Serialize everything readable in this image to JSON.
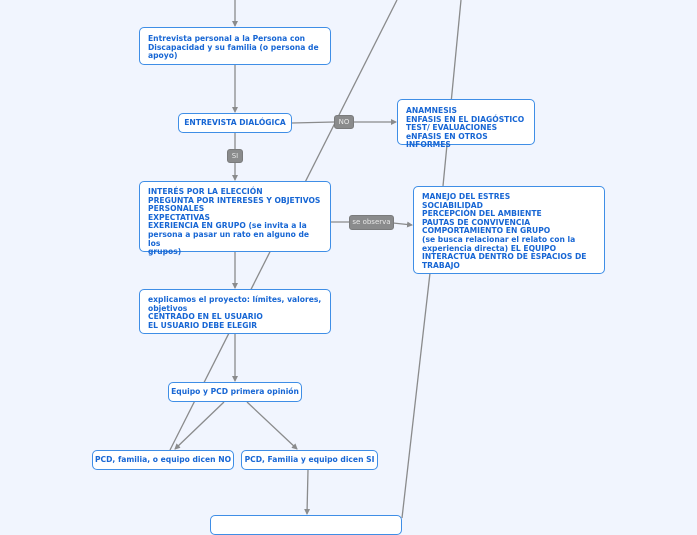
{
  "colors": {
    "background": "#f1f5fe",
    "node_border": "#3f8ee6",
    "node_text": "#1766d4",
    "edge": "#8a8b8c",
    "label_bg": "#8a8b8c"
  },
  "nodes": {
    "entrevista_personal": "Entrevista personal a la Persona con\nDiscapacidad y su familia (o persona de\napoyo)",
    "entrevista_dialogica": "ENTREVISTA DIALÓGICA",
    "anamnesis": "ANAMNESIS\nENFASIS EN EL DIAGÓSTICO\nTEST/ EVALUACIONES\neNFASIS EN OTROS INFORMES",
    "interes": "INTERÉS POR LA ELECCIÓN\nPREGUNTA POR INTERESES Y OBJETIVOS\nPERSONALES\nEXPECTATIVAS\nEXERIENCIA EN GRUPO (se invita a la\npersona a pasar un rato en alguno de los\ngrupos)",
    "manejo": "MANEJO DEL ESTRES\nSOCIABILIDAD\nPERCEPCIÓN DEL AMBIENTE\nPAUTAS DE CONVIVENCIA\nCOMPORTAMIENTO EN GRUPO\n(se busca relacionar el relato con la\nexperiencia directa) EL EQUIPO\nINTERACTUA DENTRO DE ESPACIOS DE\nTRABAJO",
    "explicamos": "explicamos el proyecto: límites, valores,\nobjetivos\nCENTRADO EN EL USUARIO\nEL USUARIO DEBE ELEGIR",
    "equipo_pcd": "Equipo y PCD primera opinión",
    "dicen_no": "PCD, familia, o equipo dicen NO",
    "dicen_si": "PCD, Familia y equipo dicen SI",
    "bottom": ""
  },
  "edge_labels": {
    "no": "NO",
    "si": "SI",
    "se_observa": "se observa"
  }
}
